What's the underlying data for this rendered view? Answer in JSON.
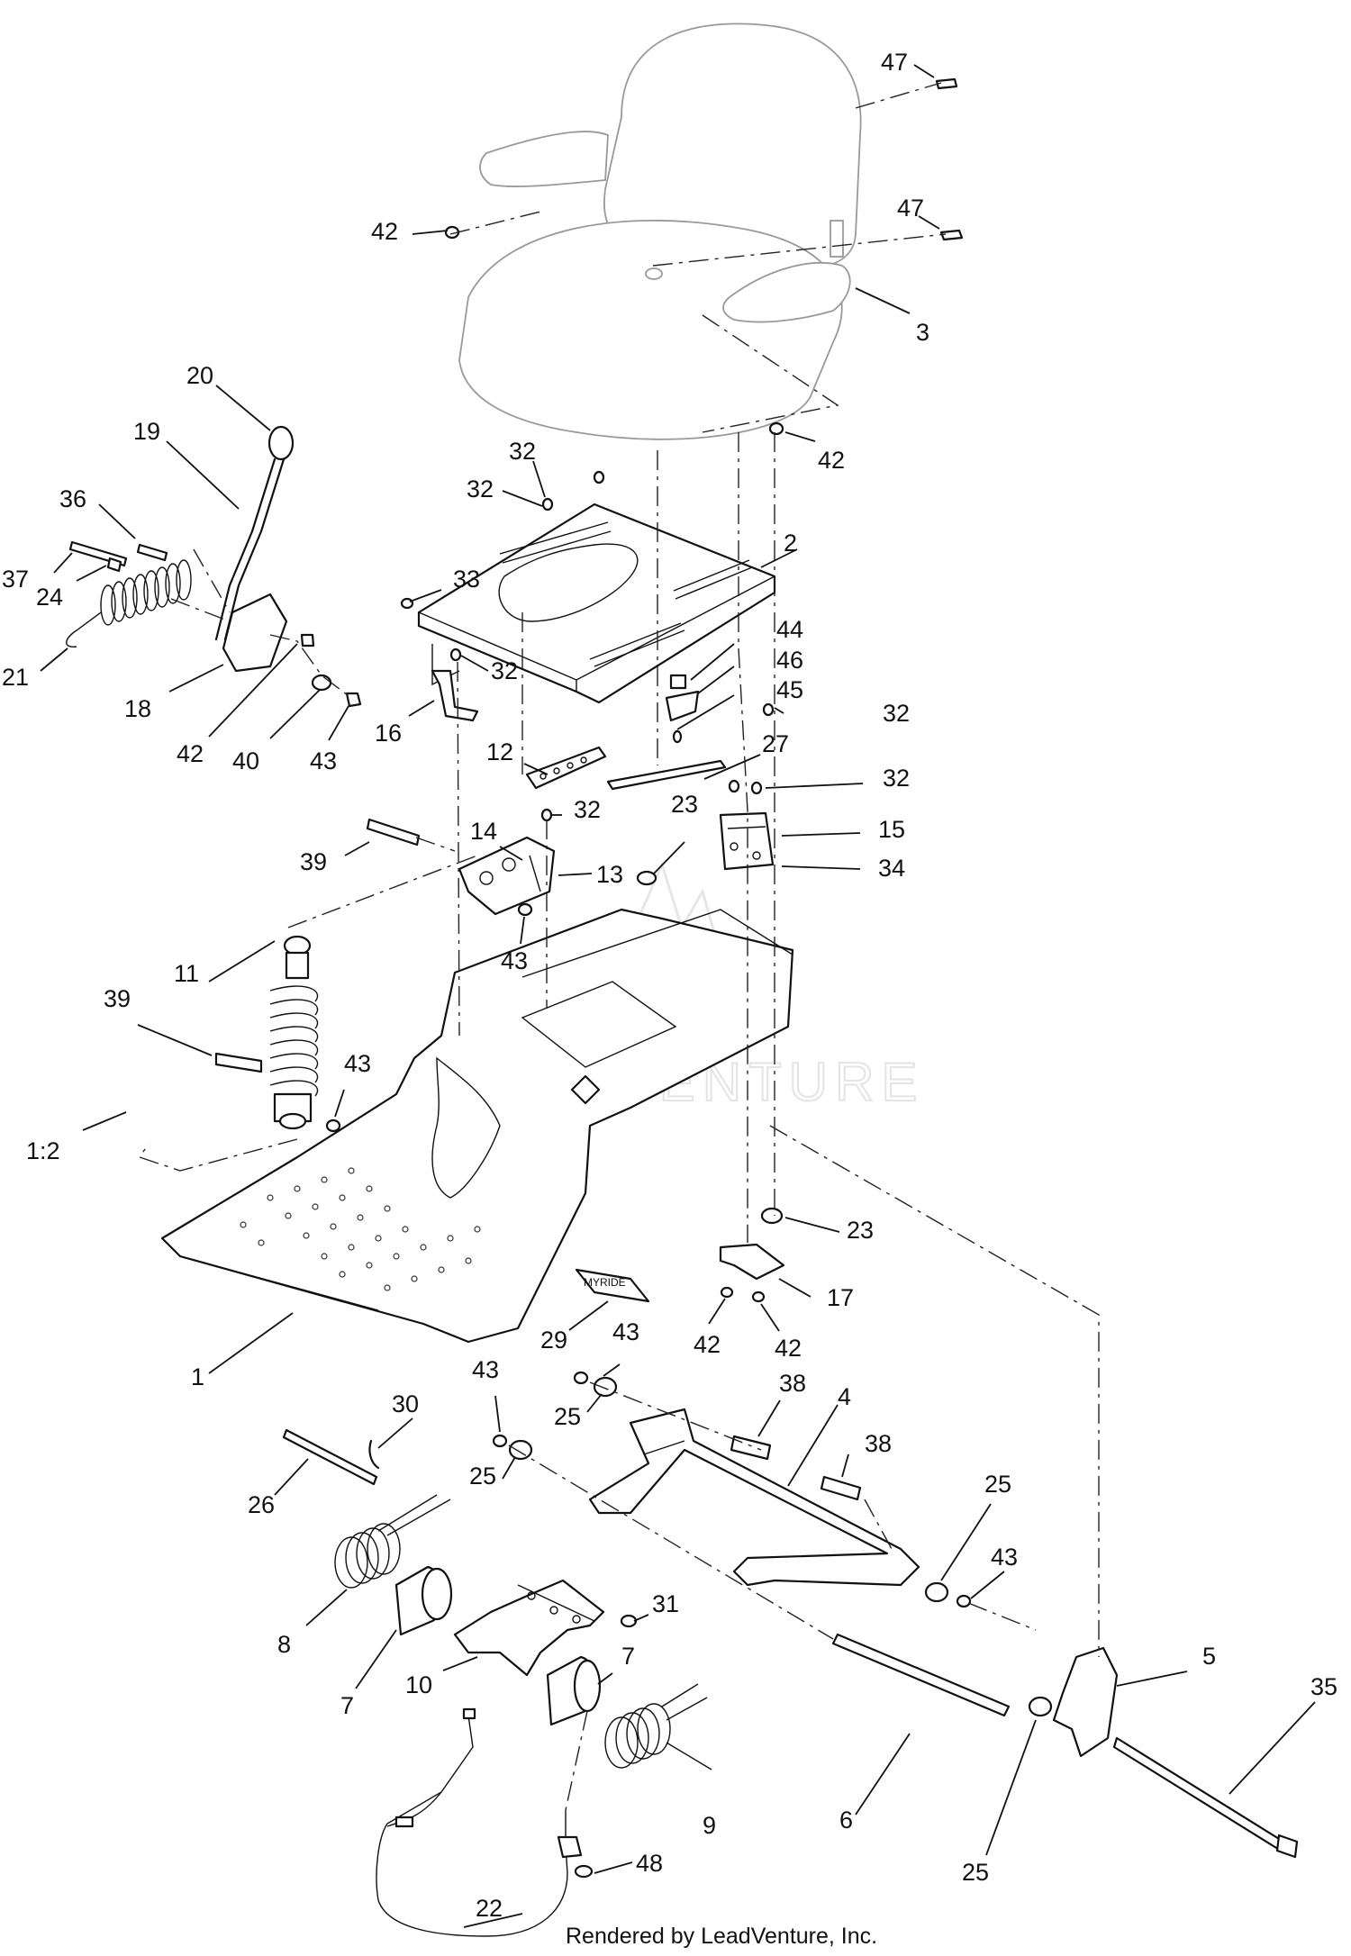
{
  "diagram": {
    "callouts": [
      {
        "id": "c47a",
        "text": "47"
      },
      {
        "id": "c47b",
        "text": "47"
      },
      {
        "id": "c42a",
        "text": "42"
      },
      {
        "id": "c3",
        "text": "3"
      },
      {
        "id": "c42b",
        "text": "42"
      },
      {
        "id": "c20",
        "text": "20"
      },
      {
        "id": "c19",
        "text": "19"
      },
      {
        "id": "c36",
        "text": "36"
      },
      {
        "id": "c37",
        "text": "37"
      },
      {
        "id": "c24",
        "text": "24"
      },
      {
        "id": "c21",
        "text": "21"
      },
      {
        "id": "c18",
        "text": "18"
      },
      {
        "id": "c42c",
        "text": "42"
      },
      {
        "id": "c40",
        "text": "40"
      },
      {
        "id": "c43a",
        "text": "43"
      },
      {
        "id": "c32a",
        "text": "32"
      },
      {
        "id": "c32b",
        "text": "32"
      },
      {
        "id": "c2",
        "text": "2"
      },
      {
        "id": "c33",
        "text": "33"
      },
      {
        "id": "c32c",
        "text": "32"
      },
      {
        "id": "c16",
        "text": "16"
      },
      {
        "id": "c44",
        "text": "44"
      },
      {
        "id": "c46",
        "text": "46"
      },
      {
        "id": "c45",
        "text": "45"
      },
      {
        "id": "c12",
        "text": "12"
      },
      {
        "id": "c27",
        "text": "27"
      },
      {
        "id": "c32d",
        "text": "32"
      },
      {
        "id": "c32e",
        "text": "32"
      },
      {
        "id": "c32f",
        "text": "32"
      },
      {
        "id": "c23a",
        "text": "23"
      },
      {
        "id": "c15",
        "text": "15"
      },
      {
        "id": "c34",
        "text": "34"
      },
      {
        "id": "c14",
        "text": "14"
      },
      {
        "id": "c39a",
        "text": "39"
      },
      {
        "id": "c13",
        "text": "13"
      },
      {
        "id": "c43b",
        "text": "43"
      },
      {
        "id": "c11",
        "text": "11"
      },
      {
        "id": "c39b",
        "text": "39"
      },
      {
        "id": "c43c",
        "text": "43"
      },
      {
        "id": "c12b",
        "text": "1:2"
      },
      {
        "id": "c23b",
        "text": "23"
      },
      {
        "id": "c17",
        "text": "17"
      },
      {
        "id": "c42d",
        "text": "42"
      },
      {
        "id": "c42e",
        "text": "42"
      },
      {
        "id": "c1",
        "text": "1"
      },
      {
        "id": "c29",
        "text": "29"
      },
      {
        "id": "c43d",
        "text": "43"
      },
      {
        "id": "c43e",
        "text": "43"
      },
      {
        "id": "c38a",
        "text": "38"
      },
      {
        "id": "c4",
        "text": "4"
      },
      {
        "id": "c30",
        "text": "30"
      },
      {
        "id": "c25a",
        "text": "25"
      },
      {
        "id": "c38b",
        "text": "38"
      },
      {
        "id": "c25b",
        "text": "25"
      },
      {
        "id": "c26",
        "text": "26"
      },
      {
        "id": "c25c",
        "text": "25"
      },
      {
        "id": "c43f",
        "text": "43"
      },
      {
        "id": "c31",
        "text": "31"
      },
      {
        "id": "c8",
        "text": "8"
      },
      {
        "id": "c7a",
        "text": "7"
      },
      {
        "id": "c10",
        "text": "10"
      },
      {
        "id": "c7b",
        "text": "7"
      },
      {
        "id": "c5",
        "text": "5"
      },
      {
        "id": "c35",
        "text": "35"
      },
      {
        "id": "c6",
        "text": "6"
      },
      {
        "id": "c9",
        "text": "9"
      },
      {
        "id": "c25d",
        "text": "25"
      },
      {
        "id": "c22",
        "text": "22"
      },
      {
        "id": "c48",
        "text": "48"
      }
    ],
    "decal_text": "MYRIDE",
    "watermark": "LEADVENTURE",
    "footer": "Rendered by LeadVenture, Inc."
  }
}
